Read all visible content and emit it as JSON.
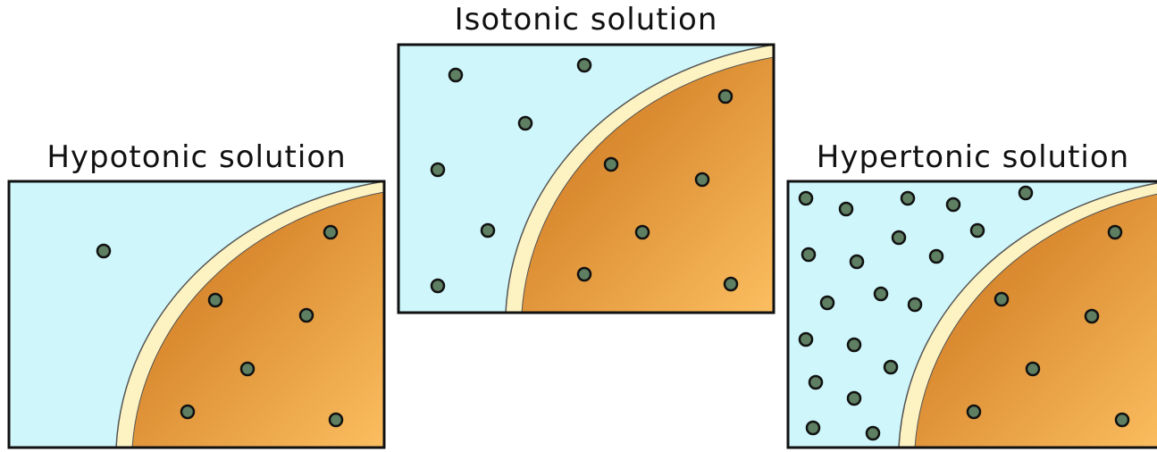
{
  "colors": {
    "solution": "#cef6fb",
    "cell_light": "#fbbe60",
    "cell_dark": "#c86e16",
    "membrane": "#fdf3c2",
    "particle": "#5e7f62",
    "border": "#111111"
  },
  "panels": [
    {
      "id": "iso",
      "title": "Isotonic solution"
    },
    {
      "id": "hypo",
      "title": "Hypotonic solution"
    },
    {
      "id": "hyper",
      "title": "Hypertonic solution"
    }
  ]
}
